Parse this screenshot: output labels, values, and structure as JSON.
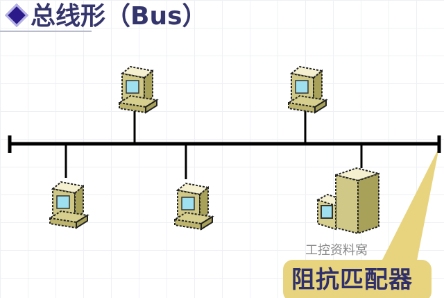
{
  "title": {
    "bullet_icon": "diamond-icon",
    "text": "总线形（Bus）"
  },
  "callout": {
    "label": "阻抗匹配器",
    "fill": "#e8d47e"
  },
  "watermark": "工控资料窝",
  "colors": {
    "title": "#35356d",
    "bus": "#000000",
    "device_fill": "#c9c27a",
    "screen": "#9fe0f0"
  }
}
